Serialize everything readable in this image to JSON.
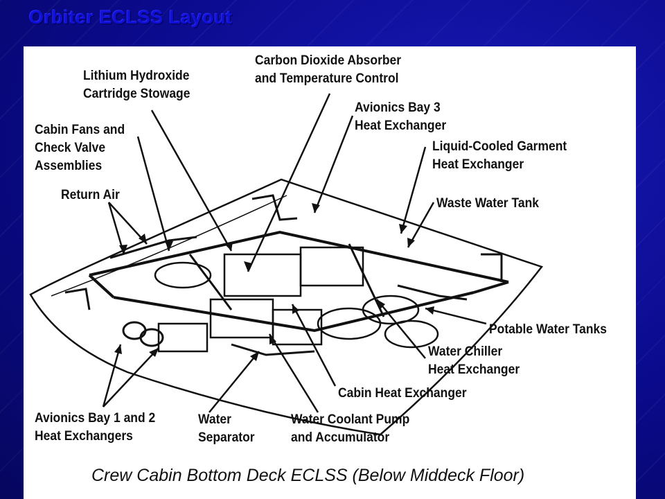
{
  "slide": {
    "title": "Orbiter ECLSS Layout"
  },
  "diagram": {
    "caption": "Crew Cabin Bottom Deck ECLSS (Below Middeck Floor)",
    "labels": {
      "co2_absorber": [
        "Carbon Dioxide Absorber",
        "and Temperature Control"
      ],
      "lioh_stowage": [
        "Lithium Hydroxide",
        "Cartridge Stowage"
      ],
      "avionics_bay3": [
        "Avionics Bay 3",
        "Heat Exchanger"
      ],
      "cabin_fans": [
        "Cabin Fans and",
        "Check Valve",
        "Assemblies"
      ],
      "lcg_hx": [
        "Liquid-Cooled Garment",
        "Heat Exchanger"
      ],
      "return_air": [
        "Return Air"
      ],
      "waste_water": [
        "Waste Water Tank"
      ],
      "potable_water": [
        "Potable Water Tanks"
      ],
      "water_chiller": [
        "Water Chiller",
        "Heat Exchanger"
      ],
      "cabin_hx": [
        "Cabin Heat Exchanger"
      ],
      "avionics_bay12": [
        "Avionics Bay 1 and 2",
        "Heat Exchangers"
      ],
      "water_separator": [
        "Water",
        "Separator"
      ],
      "water_pump": [
        "Water Coolant Pump",
        "and Accumulator"
      ]
    }
  }
}
